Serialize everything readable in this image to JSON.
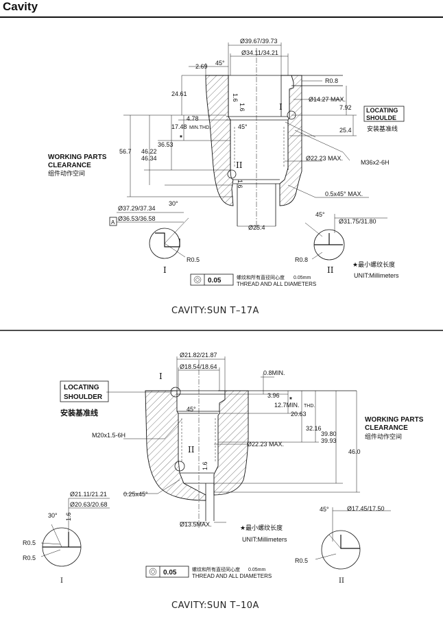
{
  "header": {
    "title": "Cavity"
  },
  "top": {
    "caption": "CAVITY:SUN T–17A",
    "dims": {
      "d_outer": "Ø39.67/39.73",
      "d_inner": "Ø34.11/34.21",
      "d_top": "2.69",
      "angle_top": "45°",
      "r_top": "R0.8",
      "d_24_61": "24.61",
      "rough_1": "1.6",
      "rough_2": "1.6",
      "d_max": "Ø14.27 MAX.",
      "d_7_92": "7.92",
      "d_4_78": "4.78",
      "d_17_48": "17.48",
      "min_thd": "MIN.THD.",
      "angle_mid": "45°",
      "d_25_4": "25.4",
      "d_36_53": "36.53",
      "star": "*",
      "d_56_7": "56.7",
      "d_46_22": "46.22",
      "d_46_34": "46.34",
      "d_22_23": "Ø22.23 MAX.",
      "thread": "M36x2-6H",
      "rough_3": "1.6",
      "chamfer": "0.5x45° MAX.",
      "angle_30": "30°",
      "d_37": "Ø37.29/37.34",
      "d_36": "Ø36.53/36.58",
      "datum": "A",
      "angle_45b": "45°",
      "d_31": "Ø31.75/31.80",
      "d_25_4b": "Ø25.4",
      "r05": "R0.5",
      "r08": "R0.8",
      "mark_i": "I",
      "mark_ii": "II"
    },
    "locating": {
      "line1": "LOCATING",
      "line2": "SHOULDE",
      "cn": "安装基准线"
    },
    "working": {
      "line1": "WORKING PARTS",
      "line2": "CLEARANCE",
      "cn": "组件动作空间"
    },
    "min_thread_note": "★最小螺纹长度",
    "unit": "UNIT:Millimeters",
    "tolerance": {
      "value": "0.05",
      "cn": "螺纹和所有直径同心度",
      "cn_val": "0.05mm",
      "en": "THREAD AND ALL DIAMETERS"
    }
  },
  "bottom": {
    "caption": "CAVITY:SUN T–10A",
    "dims": {
      "d_outer": "Ø21.82/21.87",
      "d_inner": "Ø18.54/18.64",
      "min_08": "0.8MIN.",
      "d_3_96": "3.96",
      "star": "*",
      "d_12_7": "12.7MIN.",
      "thd": "THD.",
      "d_20_63": "20.63",
      "angle_45": "45°",
      "thread": "M20x1.5-6H",
      "d_32_16": "32.16",
      "d_39_80": "39.80",
      "d_39_93": "39.93",
      "d_46": "46.0",
      "d_22_23": "Ø22.23 MAX.",
      "rough": "1.6",
      "chamfer": "0.25x45°",
      "d_13_5": "Ø13.5MAX.",
      "d_21": "Ø21.11/21.21",
      "d_20": "Ø20.63/20.68",
      "angle_30": "30°",
      "rough_2": "1.6",
      "r05a": "R0.5",
      "r05b": "R0.5",
      "angle_45b": "45°",
      "d_17": "Ø17.45/17.50",
      "r05c": "R0.5",
      "mark_i": "I",
      "mark_ii": "II"
    },
    "locating": {
      "line1": "LOCATING",
      "line2": "SHOULDER",
      "cn": "安装基准线"
    },
    "working": {
      "line1": "WORKING PARTS",
      "line2": "CLEARANCE",
      "cn": "组件动作空间"
    },
    "min_thread_note": "★最小螺纹长度",
    "unit": "UNIT:Millimeters",
    "tolerance": {
      "value": "0.05",
      "cn": "螺纹和所有直径同心度",
      "cn_val": "0.05mm",
      "en": "THREAD AND ALL DIAMETERS"
    }
  }
}
